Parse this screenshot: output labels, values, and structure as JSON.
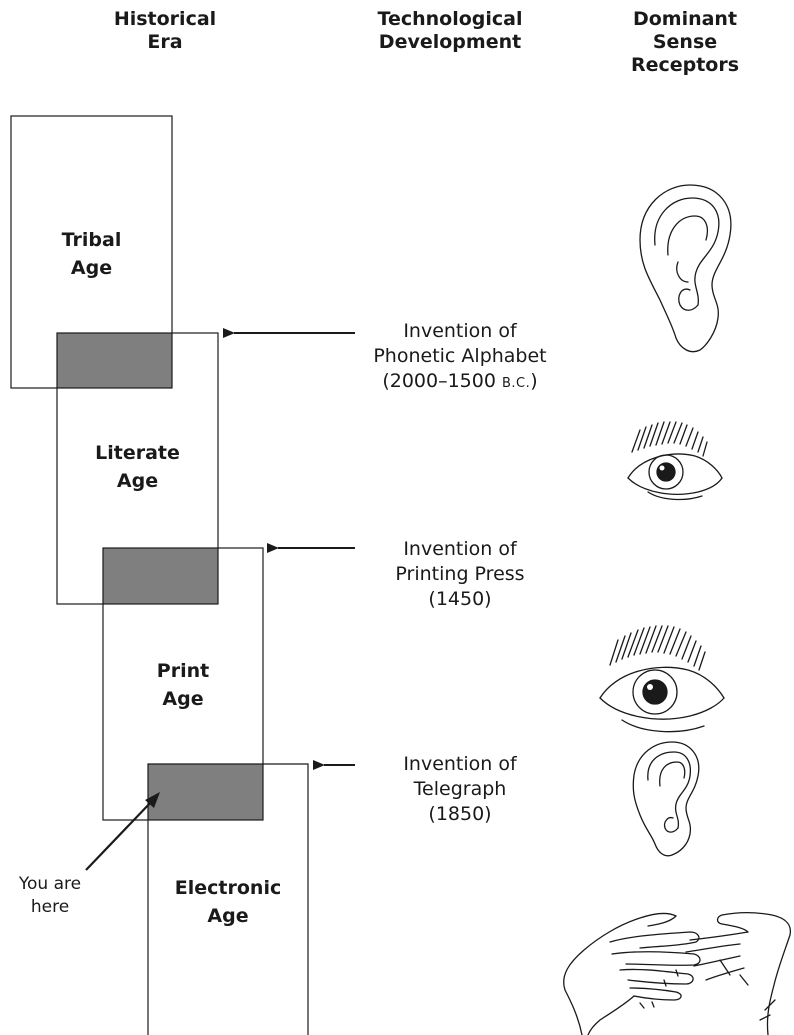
{
  "headers": {
    "era": [
      "Historical",
      "Era"
    ],
    "technology": [
      "Technological",
      "Development"
    ],
    "senses": [
      "Dominant",
      "Sense",
      "Receptors"
    ]
  },
  "eras": [
    {
      "lines": [
        "Tribal",
        "Age"
      ]
    },
    {
      "lines": [
        "Literate",
        "Age"
      ]
    },
    {
      "lines": [
        "Print",
        "Age"
      ]
    },
    {
      "lines": [
        "Electronic",
        "Age"
      ]
    }
  ],
  "developments": [
    {
      "line1": "Invention of",
      "line2": "Phonetic Alphabet",
      "date": "(2000–1500 ",
      "date_suffix": "B.C.",
      "date_close": ")"
    },
    {
      "line1": "Invention of",
      "line2": "Printing Press",
      "date": "(1450)"
    },
    {
      "line1": "Invention of",
      "line2": "Telegraph",
      "date": "(1850)"
    }
  ],
  "pointer": {
    "lines": [
      "You are",
      "here"
    ]
  },
  "sense_icons": [
    "ear-icon",
    "eye-icon",
    "eye-icon",
    "ear-icon",
    "hands-icon"
  ],
  "colors": {
    "overlap": "#7f7f7f",
    "line": "#1a1a1a"
  }
}
